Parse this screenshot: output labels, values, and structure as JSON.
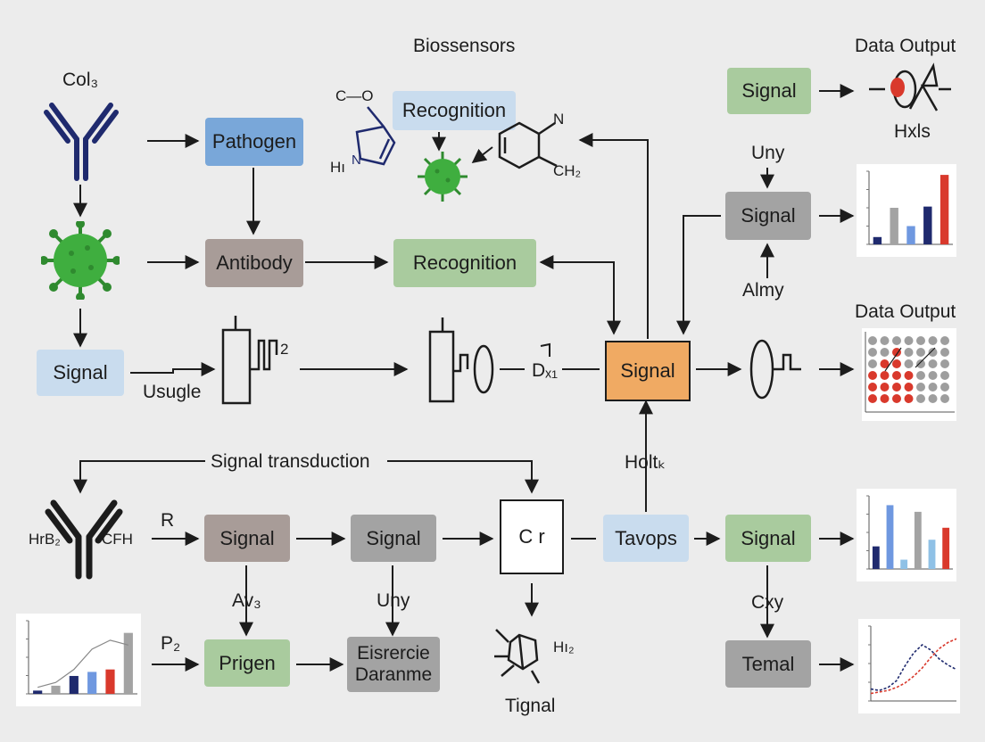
{
  "title": "Biossensors",
  "colors": {
    "blue": "#79a7d9",
    "light_blue": "#c9dcee",
    "taupe": "#a89c98",
    "grey": "#a3a3a3",
    "green": "#a9cb9e",
    "orange": "#f0aa63",
    "antibody_navy": "#1f2a6e",
    "virus_green": "#3fae3f",
    "line": "#1c1c1c"
  },
  "nodes": {
    "pathogen": "Pathogen",
    "antibody": "Antibody",
    "recognition_top": "Recognition",
    "recognition_mid": "Recognition",
    "signal_left": "Signal",
    "signal_center": "Signal",
    "signal_top_right": "Signal",
    "signal_right_mid": "Signal",
    "signal_row4_a": "Signal",
    "signal_row4_b": "Signal",
    "cr_box": "C r",
    "tavops": "Tavops",
    "signal_row4_right": "Signal",
    "prigen": "Prigen",
    "eisrercie": "Eisrercie\nDaranme",
    "temal": "Temal"
  },
  "labels": {
    "col3": "Col₃",
    "c_o": "C—O",
    "hi": "Hı",
    "n": "N",
    "ch2": "CH₂",
    "data_output_1": "Data Output",
    "data_output_2": "Data Output",
    "hxls": "Hxls",
    "uny_1": "Uny",
    "almy": "Almy",
    "usugle": "Usugle",
    "two": "2",
    "dx1": "Dₓ₁",
    "signal_transduction": "Signal transduction",
    "holtk": "Holtₖ",
    "hrb2": "HrB₂",
    "cfh": "CFH",
    "r": "R",
    "av3": "Av₃",
    "uny_2": "Uny",
    "p2": "P₂",
    "hi2": "Hı₂",
    "tignal": "Tignal",
    "cxy": "Cxy"
  },
  "icons": [
    "antibody-icon",
    "virus-icon",
    "molecule-icon",
    "electrode-icon",
    "sensor-icon",
    "waveform-icon",
    "output-sensor-icon",
    "crystal-icon"
  ],
  "chart_data": [
    {
      "type": "bar",
      "id": "bar-top-right",
      "title": "",
      "xlabel": "",
      "ylabel": "",
      "values": [
        6,
        30,
        15,
        31,
        57
      ],
      "colors": [
        "#1f2a6e",
        "#a3a3a3",
        "#6f98e0",
        "#1f2a6e",
        "#d9392c"
      ],
      "ylim": [
        0,
        60
      ]
    },
    {
      "type": "scatter",
      "id": "dot-grid",
      "title": "",
      "xlabel": "",
      "ylabel": "",
      "rows": 6,
      "cols": 7,
      "red_cells": [
        [
          1,
          2
        ],
        [
          2,
          1
        ],
        [
          2,
          2
        ],
        [
          3,
          0
        ],
        [
          3,
          1
        ],
        [
          3,
          2
        ],
        [
          4,
          0
        ],
        [
          4,
          1
        ],
        [
          4,
          2
        ],
        [
          5,
          0
        ],
        [
          5,
          1
        ],
        [
          5,
          2
        ],
        [
          3,
          3
        ],
        [
          4,
          3
        ],
        [
          5,
          3
        ]
      ],
      "colors": [
        "#9e9e9e",
        "#d9392c"
      ]
    },
    {
      "type": "bar",
      "id": "bar-mid-right",
      "title": "",
      "xlabel": "",
      "ylabel": "",
      "values": [
        17,
        48,
        7,
        43,
        22,
        31
      ],
      "colors": [
        "#1f2a6e",
        "#6f98e0",
        "#8fc1e6",
        "#a3a3a3",
        "#8fc1e6",
        "#d9392c"
      ],
      "ylim": [
        0,
        55
      ]
    },
    {
      "type": "line",
      "id": "line-bottom-right",
      "title": "",
      "xlabel": "",
      "ylabel": "",
      "x": [
        0,
        1,
        2,
        3,
        4,
        5,
        6,
        7,
        8,
        9,
        10
      ],
      "series": [
        {
          "values": [
            16,
            14,
            18,
            27,
            47,
            64,
            75,
            68,
            56,
            48,
            42
          ],
          "color": "#1f2a6e"
        },
        {
          "values": [
            10,
            12,
            14,
            18,
            24,
            33,
            44,
            58,
            70,
            78,
            83
          ],
          "color": "#d9392c"
        }
      ],
      "ylim": [
        0,
        100
      ]
    },
    {
      "type": "bar",
      "id": "bar-bottom-left",
      "title": "",
      "xlabel": "",
      "ylabel": "",
      "values": [
        4,
        10,
        22,
        27,
        30,
        75
      ],
      "colors": [
        "#1f2a6e",
        "#a3a3a3",
        "#1f2a6e",
        "#6f98e0",
        "#d9392c",
        "#a3a3a3"
      ],
      "curve": [
        8,
        14,
        30,
        55,
        66,
        60
      ],
      "ylim": [
        0,
        90
      ]
    }
  ]
}
